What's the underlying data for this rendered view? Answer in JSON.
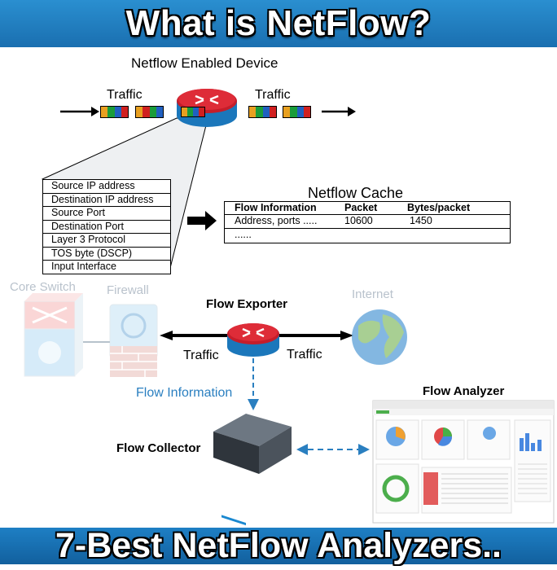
{
  "header": {
    "title": "What is NetFlow?"
  },
  "footer": {
    "title": "7-Best NetFlow Analyzers.."
  },
  "device": {
    "title": "Netflow Enabled Device",
    "traffic_in": "Traffic",
    "traffic_out": "Traffic"
  },
  "fields": [
    "Source IP address",
    "Destination IP address",
    "Source Port",
    "Destination Port",
    "Layer 3 Protocol",
    "TOS byte (DSCP)",
    "Input Interface"
  ],
  "cache": {
    "title": "Netflow Cache",
    "headers": [
      "Flow Information",
      "Packet",
      "Bytes/packet"
    ],
    "rows": [
      [
        "Address, ports .....",
        "10600",
        "1450"
      ],
      [
        "......",
        "",
        ""
      ]
    ]
  },
  "network": {
    "core_switch": "Core Switch",
    "firewall": "Firewall",
    "exporter": "Flow Exporter",
    "internet": "Internet",
    "traffic_left": "Traffic",
    "traffic_right": "Traffic",
    "flow_information": "Flow Information",
    "collector": "Flow Collector",
    "analyzer": "Flow Analyzer"
  },
  "colors": {
    "banner": "#1a6fb0",
    "router_red": "#c81e2c",
    "router_blue": "#2a8fd0",
    "flow_info_blue": "#2a7fc0",
    "packet_colors": [
      "#e8a020",
      "#1a9c3a",
      "#2060c0",
      "#d02020"
    ]
  }
}
